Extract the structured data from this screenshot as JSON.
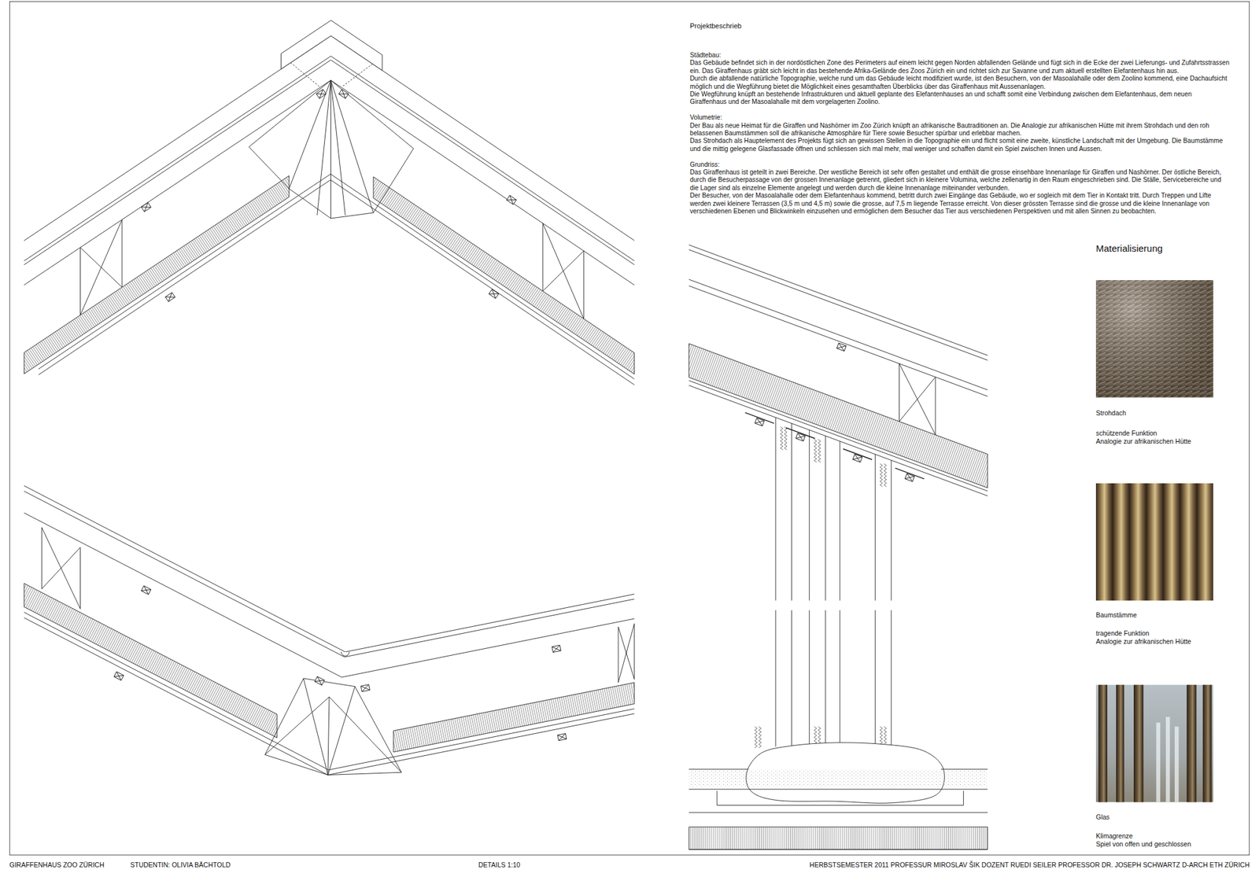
{
  "diagram": {
    "title": "Projektbeschrieb",
    "labels": [
      "Städtebau:",
      "Das Gebäude befindet sich in der nordöstlichen Zone des Perimeters auf einem leicht gegen Norden abfallenden Gelände und fügt sich in die Ecke der zwei Lieferungs- und Zufahrtsstrassen ein. Das Giraffenhaus gräbt sich leicht in das bestehende Afrika-Gelände des Zoos Zürich ein und richtet sich zur Savanne und zum aktuell erstellten Elefantenhaus hin aus.",
      "Durch die abfallende natürliche Topographie, welche rund um das Gebäude leicht modifiziert wurde, ist den Besuchern, von der Masoalahalle oder dem Zoolino kommend, eine Dachaufsicht möglich und die Wegführung bietet die Möglichkeit eines gesamthaften Überblicks über das Giraffenhaus mit Aussenanlagen.",
      "Die Wegführung knüpft an bestehende Infrastrukturen und aktuell geplante des Elefantenhauses an und schafft somit eine Verbindung zwischen dem Elefantenhaus, dem neuen Giraffenhaus und der Masoalahalle mit dem vorgelagerten Zoolino.",
      "Volumetrie:",
      "Der Bau als neue Heimat für die Giraffen und Nashörner im Zoo Zürich knüpft an afrikanische Bautraditionen an. Die Analogie zur afrikanischen Hütte mit ihrem Strohdach und den roh belassenen Baumstämmen soll die afrikanische Atmosphäre für Tiere sowie Besucher spürbar und erlebbar machen.",
      "Das Strohdach als Hauptelement des Projekts fügt sich an gewissen Stellen in die Topographie ein und flicht somit eine zweite, künstliche Landschaft mit der Umgebung. Die Baumstämme und die mittig gelegene Glasfassade öffnen und schliessen sich mal mehr, mal weniger und schaffen damit ein Spiel zwischen Innen und Aussen.",
      "Grundriss:",
      "Das Giraffenhaus ist geteilt in zwei Bereiche. Der westliche Bereich ist sehr offen gestaltet und enthält die grosse einsehbare Innenanlage für Giraffen und Nashörner. Der östliche Bereich, durch die Besucherpassage von der grossen Innenanlage getrennt, gliedert sich in kleinere Volumina, welche zellenartig in den Raum eingeschrieben sind. Die Ställe, Servicebereiche und die Lager sind als einzelne Elemente angelegt und werden durch die kleine Innenanlage miteinander verbunden.",
      "Der Besucher, von der Masoalahalle oder dem Elefantenhaus kommend, betritt durch zwei Eingänge das Gebäude, wo er sogleich mit dem Tier in Kontakt tritt. Durch Treppen und Lifte werden zwei kleinere Terrassen (3,5 m und 4,5 m) sowie die grosse, auf 7,5 m liegende Terrasse erreicht. Von dieser grössten Terrasse sind die grosse und die kleine Innenanlage von verschiedenen Ebenen und Blickwinkeln einzusehen und ermöglichen dem Besucher das Tier aus verschiedenen Perspektiven und mit allen Sinnen zu beobachten.",
      "Materialisierung",
      "Strohdach",
      "schützende Funktion",
      "Analogie zur afrikanischen Hütte",
      "Baumstämme",
      "tragende Funktion",
      "Analogie zur afrikanischen Hütte",
      "Glas",
      "Klimagrenze",
      "Spiel von offen und geschlossen",
      "GIRAFFENHAUS ZOO ZÜRICH",
      "STUDENTIN: OLIVIA BÄCHTOLD",
      "DETAILS 1:10",
      "HERBSTSEMESTER 2011 PROFESSUR MIROSLAV ŠIK DOZENT RUEDI SEILER PROFESSOR DR. JOSEPH SCHWARTZ D-ARCH ETH ZÜRICH"
    ]
  }
}
